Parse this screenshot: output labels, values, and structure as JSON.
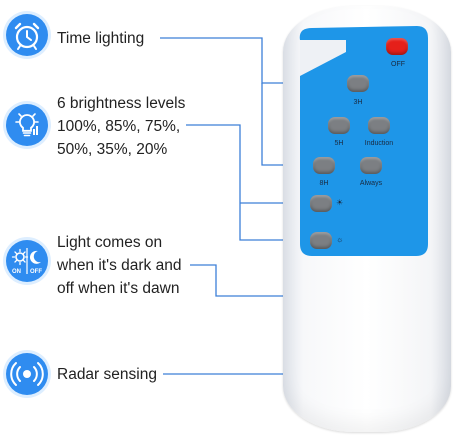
{
  "features": [
    {
      "id": "time",
      "icon": "alarm-clock-icon",
      "lines": [
        "Time lighting"
      ]
    },
    {
      "id": "brightness",
      "icon": "light-bulb-icon",
      "lines": [
        "6 brightness levels",
        "100%, 85%, 75%,",
        "50%, 35%, 20%"
      ]
    },
    {
      "id": "daynight",
      "icon": "sun-moon-icon",
      "icon_labels": {
        "on": "ON",
        "off": "OFF"
      },
      "lines": [
        "Light comes on",
        "when it's dark and",
        "off when it's dawn"
      ]
    },
    {
      "id": "radar",
      "icon": "radar-icon",
      "lines": [
        "Radar sensing"
      ]
    }
  ],
  "remote": {
    "panel_color": "#1e96e8",
    "buttons": {
      "off": "OFF",
      "h3": "3H",
      "h5": "5H",
      "induction": "Induction",
      "h8": "8H",
      "always": "Always"
    },
    "icons": {
      "brightness_up": "sun-icon",
      "brightness_down": "dim-sun-icon"
    }
  },
  "colors": {
    "accent": "#2f8cf0",
    "connector": "#3c7fd8",
    "off_button": "#e5201a"
  }
}
